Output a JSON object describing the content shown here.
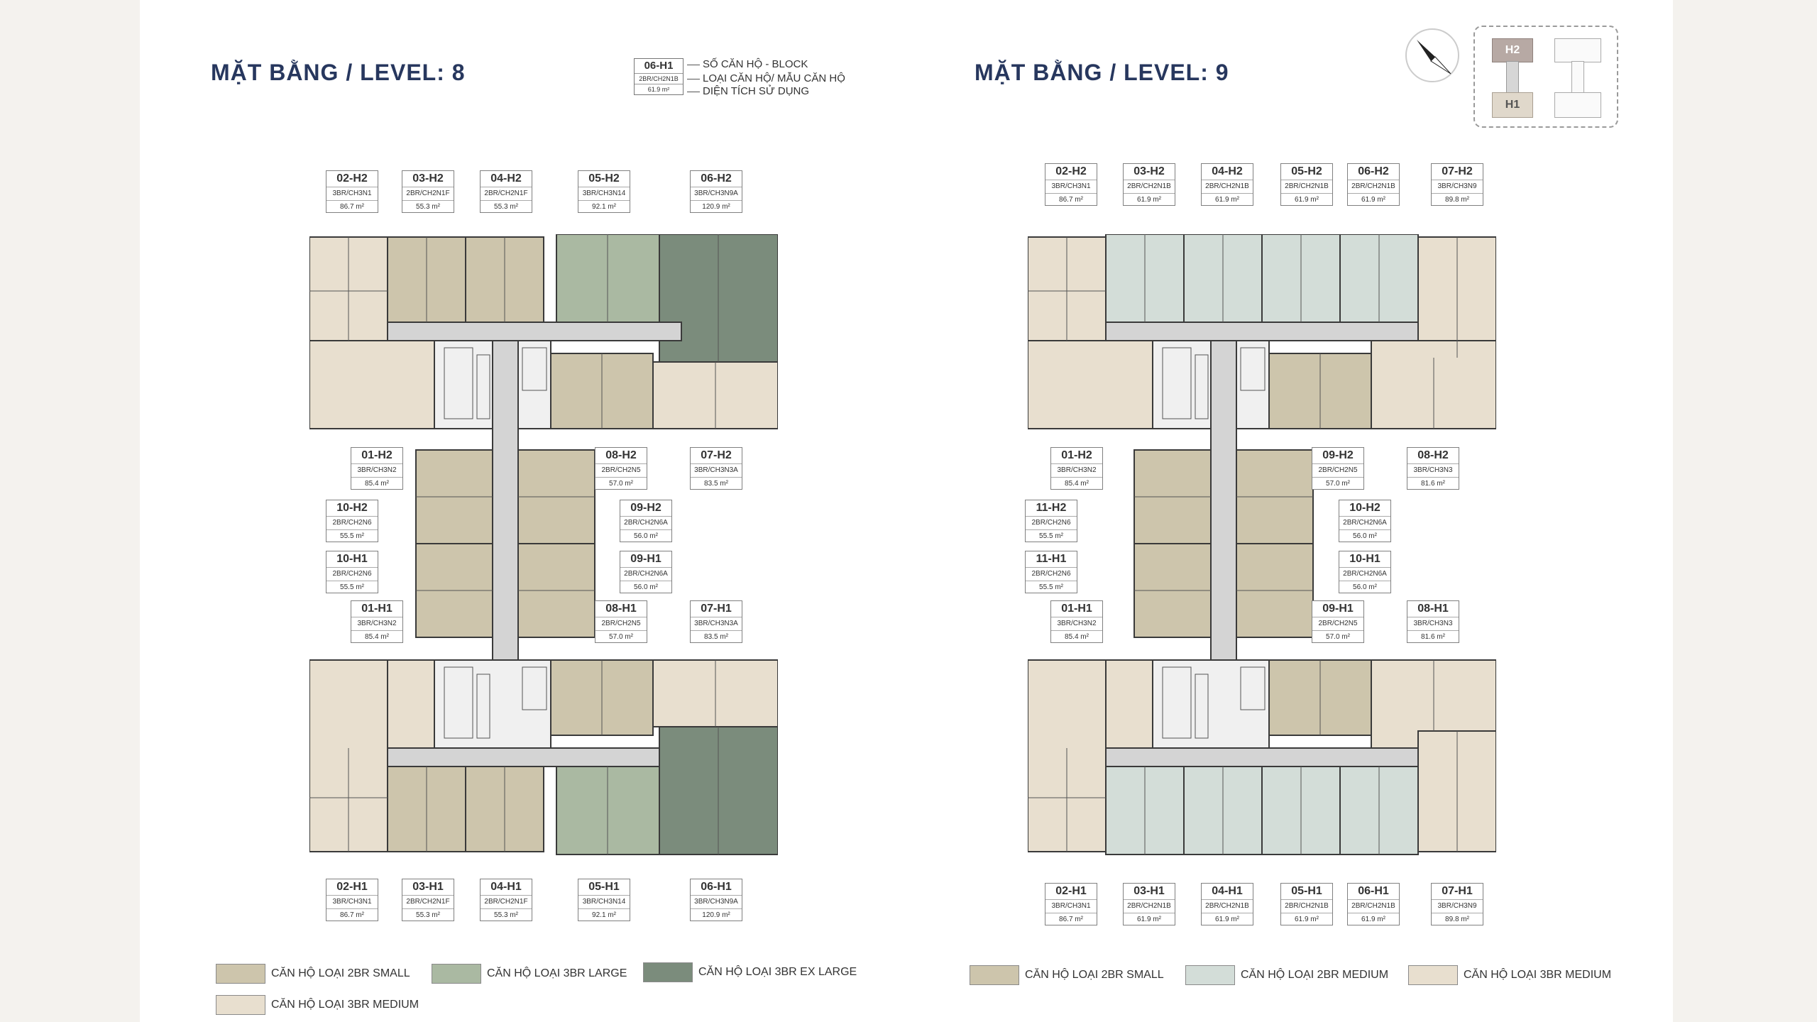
{
  "colors": {
    "br2_small": "#cdc5ac",
    "br3_medium": "#e8dfcf",
    "br3_large": "#aab9a2",
    "br3_exlarge": "#7b8c7c",
    "br2_medium": "#d3ddd8",
    "corridor": "#d4d4d4",
    "wall": "#3a3a3a",
    "title": "#27375e"
  },
  "header": {
    "left_title": "MẶT BẰNG / LEVEL: 8",
    "right_title": "MẶT BẰNG / LEVEL: 9"
  },
  "key": {
    "code": "06-H1",
    "type": "2BR/CH2N1B",
    "area": "61.9 m²",
    "line1": "SỐ CĂN HỘ - BLOCK",
    "line2": "LOẠI CĂN HỘ/ MẪU CĂN HỘ",
    "line3": "DIỆN TÍCH SỬ DỤNG"
  },
  "site_plan": {
    "h2": "H2",
    "h1": "H1",
    "compass_icon": "north-arrow-icon"
  },
  "level8_units": [
    {
      "code": "02-H2",
      "type": "3BR/CH3N1",
      "area": "86.7 m²"
    },
    {
      "code": "03-H2",
      "type": "2BR/CH2N1F",
      "area": "55.3 m²"
    },
    {
      "code": "04-H2",
      "type": "2BR/CH2N1F",
      "area": "55.3 m²"
    },
    {
      "code": "05-H2",
      "type": "3BR/CH3N14",
      "area": "92.1 m²"
    },
    {
      "code": "06-H2",
      "type": "3BR/CH3N9A",
      "area": "120.9 m²"
    },
    {
      "code": "01-H2",
      "type": "3BR/CH3N2",
      "area": "85.4 m²"
    },
    {
      "code": "08-H2",
      "type": "2BR/CH2N5",
      "area": "57.0 m²"
    },
    {
      "code": "07-H2",
      "type": "3BR/CH3N3A",
      "area": "83.5 m²"
    },
    {
      "code": "10-H2",
      "type": "2BR/CH2N6",
      "area": "55.5 m²"
    },
    {
      "code": "09-H2",
      "type": "2BR/CH2N6A",
      "area": "56.0 m²"
    },
    {
      "code": "10-H1",
      "type": "2BR/CH2N6",
      "area": "55.5 m²"
    },
    {
      "code": "09-H1",
      "type": "2BR/CH2N6A",
      "area": "56.0 m²"
    },
    {
      "code": "01-H1",
      "type": "3BR/CH3N2",
      "area": "85.4 m²"
    },
    {
      "code": "08-H1",
      "type": "2BR/CH2N5",
      "area": "57.0 m²"
    },
    {
      "code": "07-H1",
      "type": "3BR/CH3N3A",
      "area": "83.5 m²"
    },
    {
      "code": "02-H1",
      "type": "3BR/CH3N1",
      "area": "86.7 m²"
    },
    {
      "code": "03-H1",
      "type": "2BR/CH2N1F",
      "area": "55.3 m²"
    },
    {
      "code": "04-H1",
      "type": "2BR/CH2N1F",
      "area": "55.3 m²"
    },
    {
      "code": "05-H1",
      "type": "3BR/CH3N14",
      "area": "92.1 m²"
    },
    {
      "code": "06-H1",
      "type": "3BR/CH3N9A",
      "area": "120.9 m²"
    }
  ],
  "level9_units": [
    {
      "code": "02-H2",
      "type": "3BR/CH3N1",
      "area": "86.7 m²"
    },
    {
      "code": "03-H2",
      "type": "2BR/CH2N1B",
      "area": "61.9 m²"
    },
    {
      "code": "04-H2",
      "type": "2BR/CH2N1B",
      "area": "61.9 m²"
    },
    {
      "code": "05-H2",
      "type": "2BR/CH2N1B",
      "area": "61.9 m²"
    },
    {
      "code": "06-H2",
      "type": "2BR/CH2N1B",
      "area": "61.9 m²"
    },
    {
      "code": "07-H2",
      "type": "3BR/CH3N9",
      "area": "89.8 m²"
    },
    {
      "code": "01-H2",
      "type": "3BR/CH3N2",
      "area": "85.4 m²"
    },
    {
      "code": "09-H2",
      "type": "2BR/CH2N5",
      "area": "57.0 m²"
    },
    {
      "code": "08-H2",
      "type": "3BR/CH3N3",
      "area": "81.6 m²"
    },
    {
      "code": "11-H2",
      "type": "2BR/CH2N6",
      "area": "55.5 m²"
    },
    {
      "code": "10-H2",
      "type": "2BR/CH2N6A",
      "area": "56.0 m²"
    },
    {
      "code": "11-H1",
      "type": "2BR/CH2N6",
      "area": "55.5 m²"
    },
    {
      "code": "10-H1",
      "type": "2BR/CH2N6A",
      "area": "56.0 m²"
    },
    {
      "code": "01-H1",
      "type": "3BR/CH3N2",
      "area": "85.4 m²"
    },
    {
      "code": "09-H1",
      "type": "2BR/CH2N5",
      "area": "57.0 m²"
    },
    {
      "code": "08-H1",
      "type": "3BR/CH3N3",
      "area": "81.6 m²"
    },
    {
      "code": "02-H1",
      "type": "3BR/CH3N1",
      "area": "86.7 m²"
    },
    {
      "code": "03-H1",
      "type": "2BR/CH2N1B",
      "area": "61.9 m²"
    },
    {
      "code": "04-H1",
      "type": "2BR/CH2N1B",
      "area": "61.9 m²"
    },
    {
      "code": "05-H1",
      "type": "2BR/CH2N1B",
      "area": "61.9 m²"
    },
    {
      "code": "06-H1",
      "type": "2BR/CH2N1B",
      "area": "61.9 m²"
    },
    {
      "code": "07-H1",
      "type": "3BR/CH3N9",
      "area": "89.8 m²"
    }
  ],
  "legend_left": {
    "br2_small": "CĂN HỘ LOẠI 2BR SMALL",
    "br3_large": "CĂN HỘ LOẠI 3BR LARGE",
    "br3_exlarge": "CĂN HỘ LOẠI 3BR EX LARGE",
    "br3_medium": "CĂN HỘ LOẠI 3BR MEDIUM"
  },
  "legend_right": {
    "br2_small": "CĂN HỘ LOẠI 2BR SMALL",
    "br2_medium": "CĂN HỘ LOẠI 2BR MEDIUM",
    "br3_medium": "CĂN HỘ LOẠI 3BR MEDIUM"
  }
}
